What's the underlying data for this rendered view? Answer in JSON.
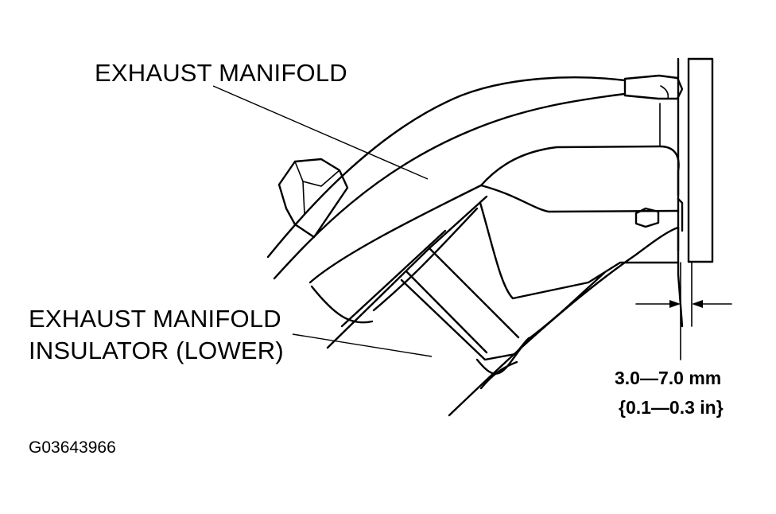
{
  "labels": {
    "manifold": "EXHAUST MANIFOLD",
    "insulator_line1": "EXHAUST MANIFOLD",
    "insulator_line2": "INSULATOR (LOWER)",
    "clearance_mm": "3.0—7.0 mm",
    "clearance_in": "{0.1—0.3 in}",
    "figure_code": "G03643966"
  }
}
